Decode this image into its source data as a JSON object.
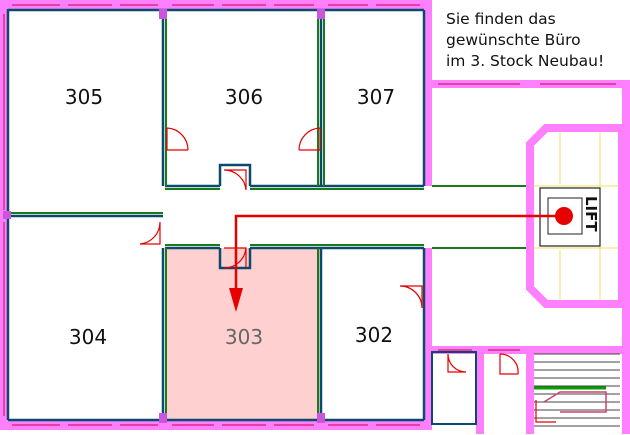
{
  "note": {
    "lines": [
      "Sie finden das",
      "gewünschte Büro",
      "im 3. Stock Neubau!"
    ]
  },
  "rooms": [
    {
      "id": "305",
      "label": "305",
      "highlighted": false
    },
    {
      "id": "306",
      "label": "306",
      "highlighted": false
    },
    {
      "id": "307",
      "label": "307",
      "highlighted": false
    },
    {
      "id": "304",
      "label": "304",
      "highlighted": false
    },
    {
      "id": "303",
      "label": "303",
      "highlighted": true
    },
    {
      "id": "302",
      "label": "302",
      "highlighted": false
    }
  ],
  "lift": {
    "label": "LIFT"
  },
  "colors": {
    "outer_wall": "#ff80ff",
    "room_wall": "#0a4a6e",
    "corridor_wall": "#1a7a1a",
    "highlight_fill": "#ffd0d0",
    "route": "#e60000",
    "door": "#e60000",
    "stair_rail": "#00a000",
    "grid": "#f0e060"
  }
}
